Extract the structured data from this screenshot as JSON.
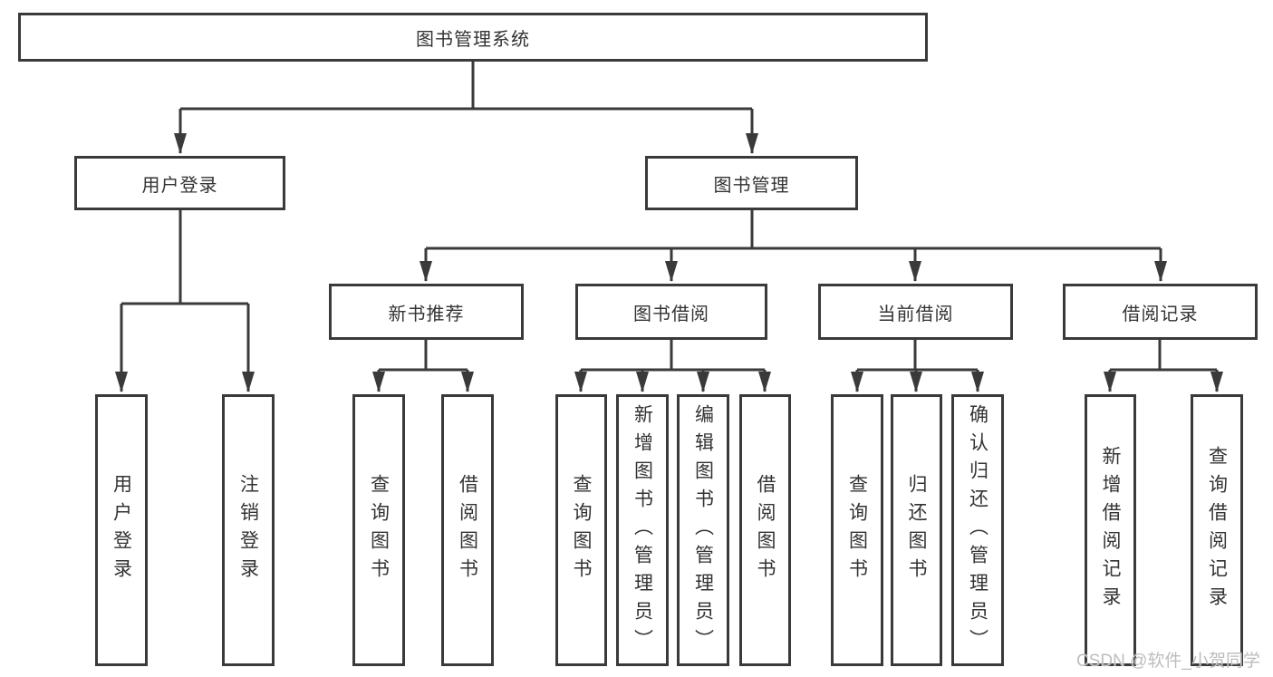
{
  "diagram_type": "hierarchy-tree",
  "tree": {
    "label": "图书管理系统",
    "children": [
      {
        "label": "用户登录",
        "children": [
          {
            "label": "用户登录"
          },
          {
            "label": "注销登录"
          }
        ]
      },
      {
        "label": "图书管理",
        "children": [
          {
            "label": "新书推荐",
            "children": [
              {
                "label": "查询图书"
              },
              {
                "label": "借阅图书"
              }
            ]
          },
          {
            "label": "图书借阅",
            "children": [
              {
                "label": "查询图书"
              },
              {
                "label": "新增图书（管理员）"
              },
              {
                "label": "编辑图书（管理员）"
              },
              {
                "label": "借阅图书"
              }
            ]
          },
          {
            "label": "当前借阅",
            "children": [
              {
                "label": "查询图书"
              },
              {
                "label": "归还图书"
              },
              {
                "label": "确认归还（管理员）"
              }
            ]
          },
          {
            "label": "借阅记录",
            "children": [
              {
                "label": "新增借阅记录"
              },
              {
                "label": "查询借阅记录"
              }
            ]
          }
        ]
      }
    ]
  },
  "watermark": {
    "text": "CSDN @软件_小贺同学"
  },
  "colors": {
    "line": "#3a3a3a",
    "box_border": "#3a3a3a",
    "text": "#333333",
    "background": "#ffffff",
    "watermark": "#bdbdbd"
  }
}
